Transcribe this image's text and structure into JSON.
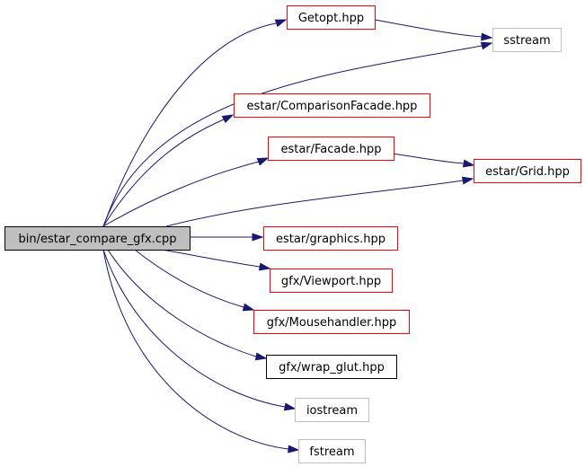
{
  "diagram": {
    "nodes": [
      {
        "id": "root",
        "label": "bin/estar_compare_gfx.cpp",
        "kind": "current"
      },
      {
        "id": "getopt",
        "label": "Getopt.hpp",
        "kind": "documented"
      },
      {
        "id": "sstream",
        "label": "sstream",
        "kind": "external"
      },
      {
        "id": "comparison",
        "label": "estar/ComparisonFacade.hpp",
        "kind": "documented"
      },
      {
        "id": "facade",
        "label": "estar/Facade.hpp",
        "kind": "documented"
      },
      {
        "id": "grid",
        "label": "estar/Grid.hpp",
        "kind": "documented"
      },
      {
        "id": "graphics",
        "label": "estar/graphics.hpp",
        "kind": "documented"
      },
      {
        "id": "viewport",
        "label": "gfx/Viewport.hpp",
        "kind": "documented"
      },
      {
        "id": "mousehandler",
        "label": "gfx/Mousehandler.hpp",
        "kind": "documented"
      },
      {
        "id": "wrapglut",
        "label": "gfx/wrap_glut.hpp",
        "kind": "plain"
      },
      {
        "id": "iostream",
        "label": "iostream",
        "kind": "external"
      },
      {
        "id": "fstream",
        "label": "fstream",
        "kind": "external"
      }
    ],
    "edges": [
      {
        "from": "root",
        "to": "getopt"
      },
      {
        "from": "root",
        "to": "sstream"
      },
      {
        "from": "getopt",
        "to": "sstream"
      },
      {
        "from": "root",
        "to": "comparison"
      },
      {
        "from": "root",
        "to": "facade"
      },
      {
        "from": "root",
        "to": "grid"
      },
      {
        "from": "facade",
        "to": "grid"
      },
      {
        "from": "root",
        "to": "graphics"
      },
      {
        "from": "root",
        "to": "viewport"
      },
      {
        "from": "root",
        "to": "mousehandler"
      },
      {
        "from": "root",
        "to": "wrapglut"
      },
      {
        "from": "root",
        "to": "iostream"
      },
      {
        "from": "root",
        "to": "fstream"
      }
    ],
    "colors": {
      "current_fill": "#bfbfbf",
      "current_stroke": "#000000",
      "documented_stroke": "#ff0000",
      "external_stroke": "#bfbfbf",
      "plain_stroke": "#000000",
      "edge": "#191970"
    }
  }
}
